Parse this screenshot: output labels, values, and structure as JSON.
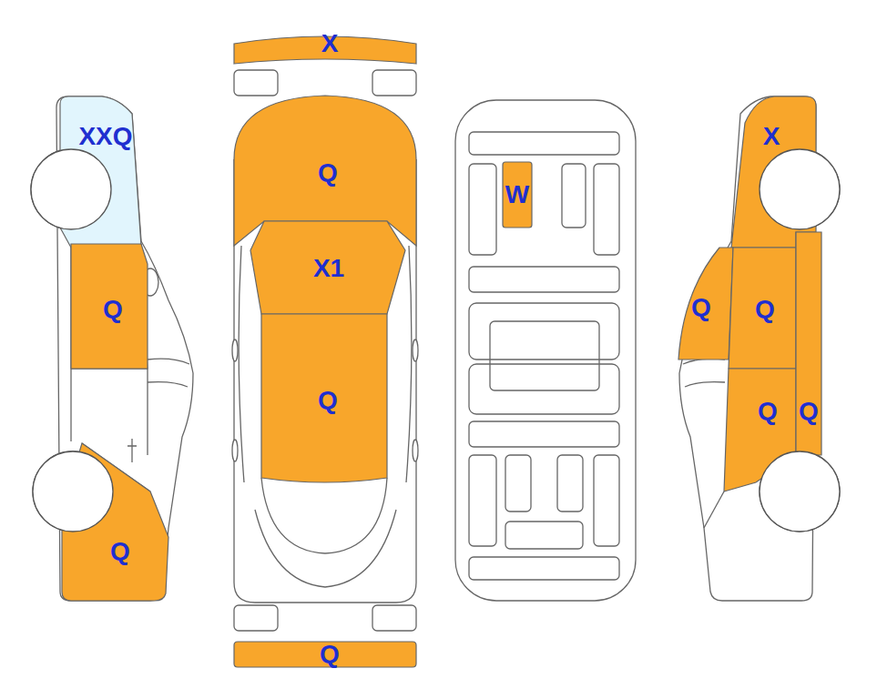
{
  "diagram": {
    "nodes": [
      {
        "text": [
          "XXQ"
        ]
      },
      {
        "text": [
          "Q"
        ]
      },
      {
        "text": [
          "Q"
        ]
      },
      {
        "text": [
          "X"
        ]
      },
      {
        "text": [
          "Q"
        ]
      },
      {
        "text": [
          "X1"
        ]
      },
      {
        "text": [
          "Q"
        ]
      },
      {
        "text": [
          "Q"
        ]
      },
      {
        "text": [
          "W"
        ]
      },
      {
        "text": [
          "X"
        ]
      },
      {
        "text": [
          "Q"
        ]
      },
      {
        "text": [
          "Q"
        ]
      },
      {
        "text": [
          "Q"
        ]
      },
      {
        "text": [
          "Q"
        ]
      }
    ]
  }
}
